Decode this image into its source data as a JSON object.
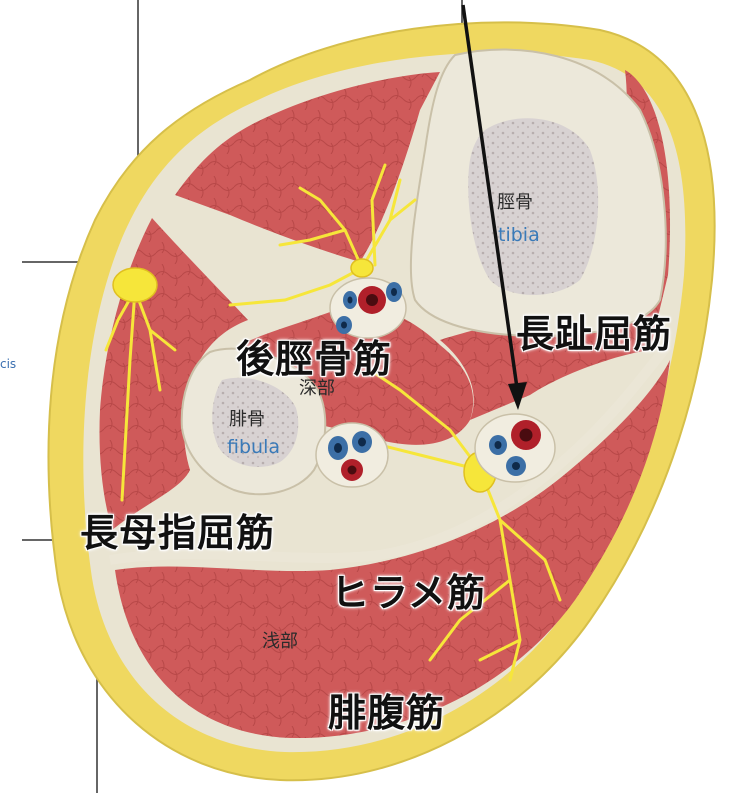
{
  "labels": {
    "tibia_jp": "脛骨",
    "tibia_en": "tibia",
    "fibula_jp": "腓骨",
    "fibula_en": "fibula",
    "deep": "深部",
    "superficial": "浅部",
    "edge_text": "cis"
  },
  "annotations": {
    "flexor_digitorum_longus": "長趾屈筋",
    "tibialis_posterior": "後脛骨筋",
    "flexor_hallucis_longus": "長母指屈筋",
    "soleus": "ヒラメ筋",
    "gastrocnemius": "腓腹筋"
  },
  "colors": {
    "skin": "#efd860",
    "muscle": "#cf5a5a",
    "bone": "#ece8da",
    "nerve": "#f6e63a",
    "artery": "#b0202a",
    "vein": "#3c6fa6"
  }
}
